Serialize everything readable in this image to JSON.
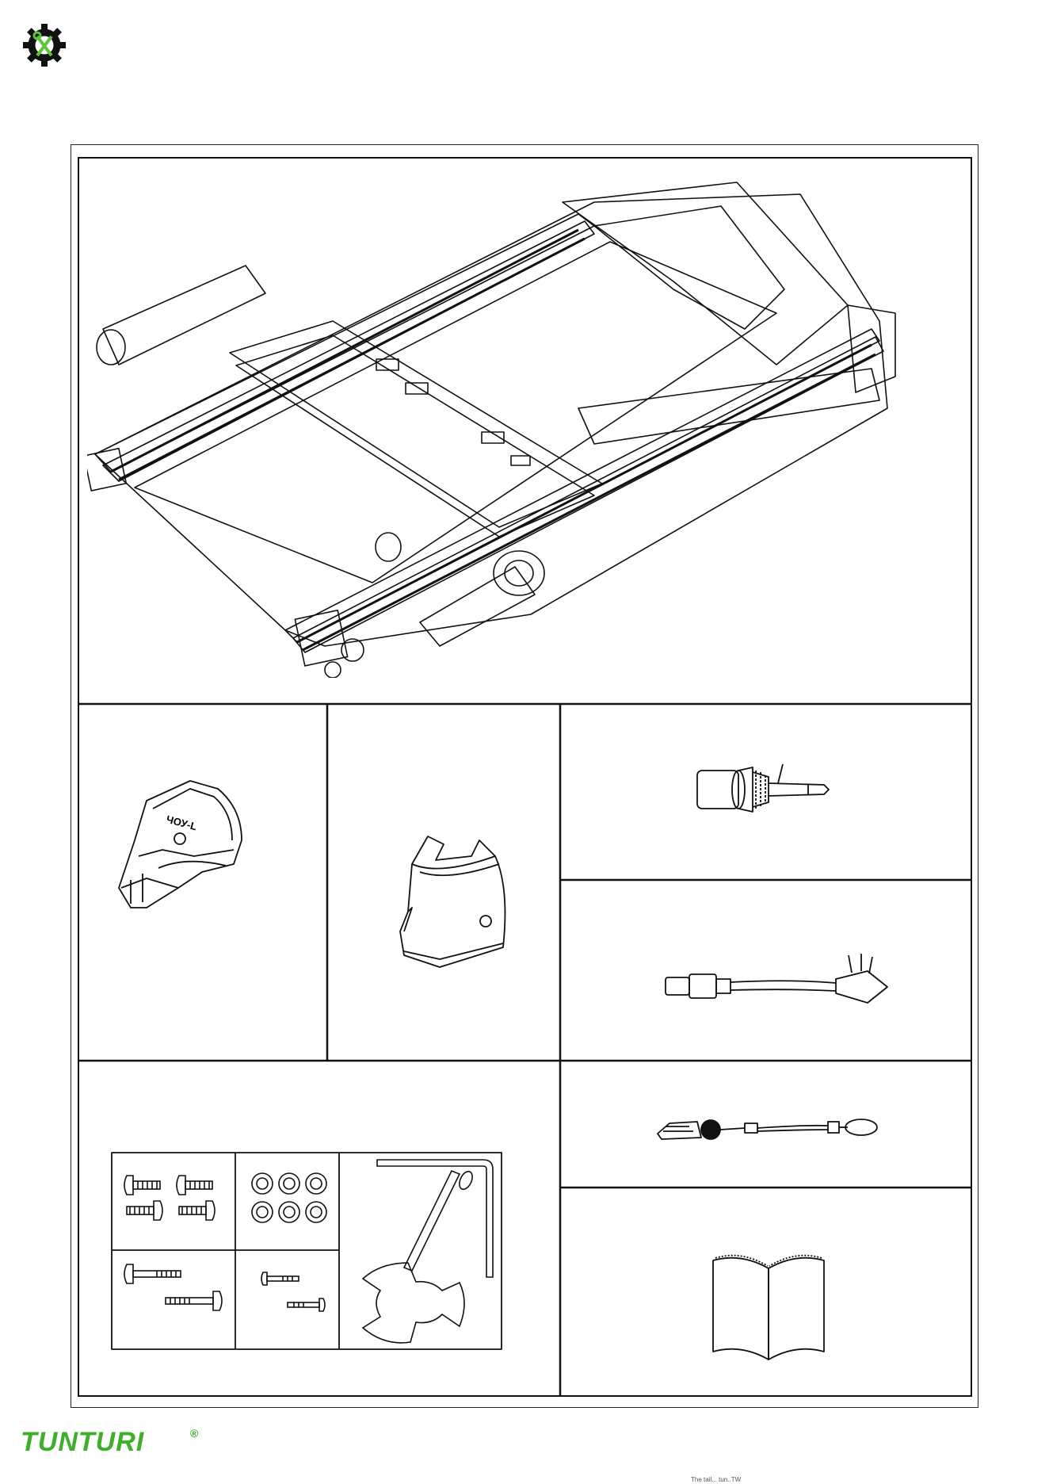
{
  "header": {
    "logo_icon": "gear-wrench-screwdriver-icon",
    "logo_color": "#5ec43a"
  },
  "brand": {
    "name": "TUNTURI",
    "registered_mark": "®",
    "color": "#3fae2a"
  },
  "parts": {
    "main_frame_icon": "treadmill-frame-icon",
    "left_cover_icon": "left-side-cover-icon",
    "left_cover_label": "ЧОУ-L",
    "right_cover_icon": "right-side-cover-icon",
    "lubricant_icon": "lubricant-bottle-icon",
    "power_cord_icon": "power-cord-icon",
    "hardware_icon": "hardware-kit-icon",
    "safety_key_icon": "safety-key-icon",
    "manual_icon": "manual-book-icon"
  },
  "footer": {
    "text": "The tail... tun..TW"
  }
}
